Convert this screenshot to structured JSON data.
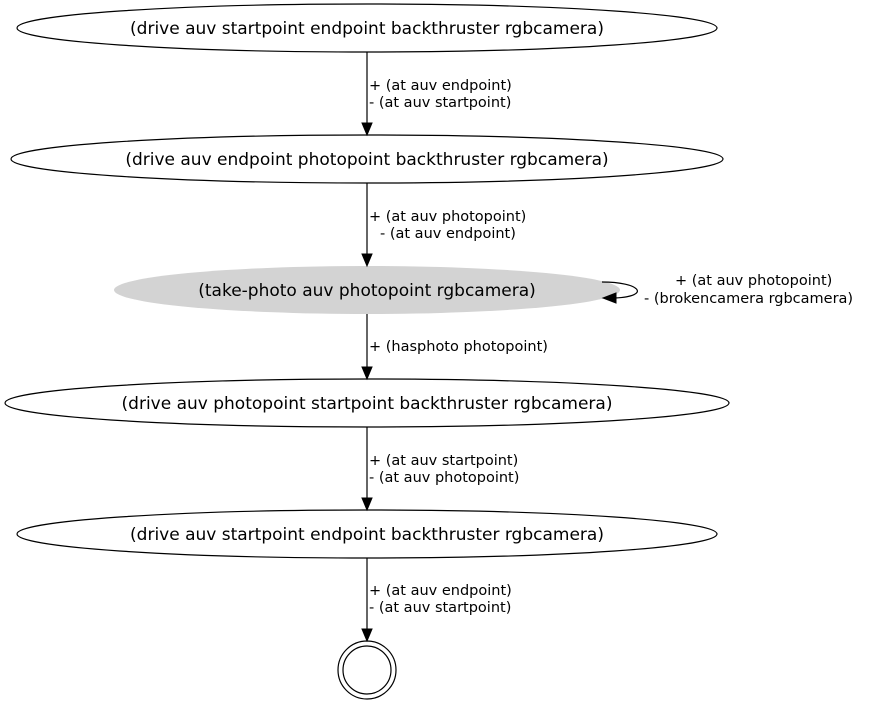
{
  "nodes": [
    {
      "label": "(drive auv startpoint endpoint backthruster rgbcamera)",
      "fill": "#ffffff"
    },
    {
      "label": "(drive auv endpoint photopoint backthruster rgbcamera)",
      "fill": "#ffffff"
    },
    {
      "label": "(take-photo auv photopoint rgbcamera)",
      "fill": "#d3d3d3",
      "no_border": true
    },
    {
      "label": "(drive auv photopoint startpoint backthruster rgbcamera)",
      "fill": "#ffffff"
    },
    {
      "label": "(drive auv startpoint endpoint backthruster rgbcamera)",
      "fill": "#ffffff"
    }
  ],
  "final_node": {
    "shape": "double-circle"
  },
  "edges": [
    {
      "line1": "+ (at auv endpoint)",
      "line2": "- (at auv startpoint)"
    },
    {
      "line1": "+ (at auv photopoint)",
      "line2": "- (at auv endpoint)"
    },
    {
      "line1": "+ (hasphoto photopoint)",
      "line2": ""
    },
    {
      "line1": "+ (at auv startpoint)",
      "line2": "- (at auv photopoint)"
    },
    {
      "line1": "+ (at auv endpoint)",
      "line2": "- (at auv startpoint)"
    }
  ],
  "self_loop": {
    "line1": "+ (at auv photopoint)",
    "line2": "- (brokencamera rgbcamera)"
  }
}
